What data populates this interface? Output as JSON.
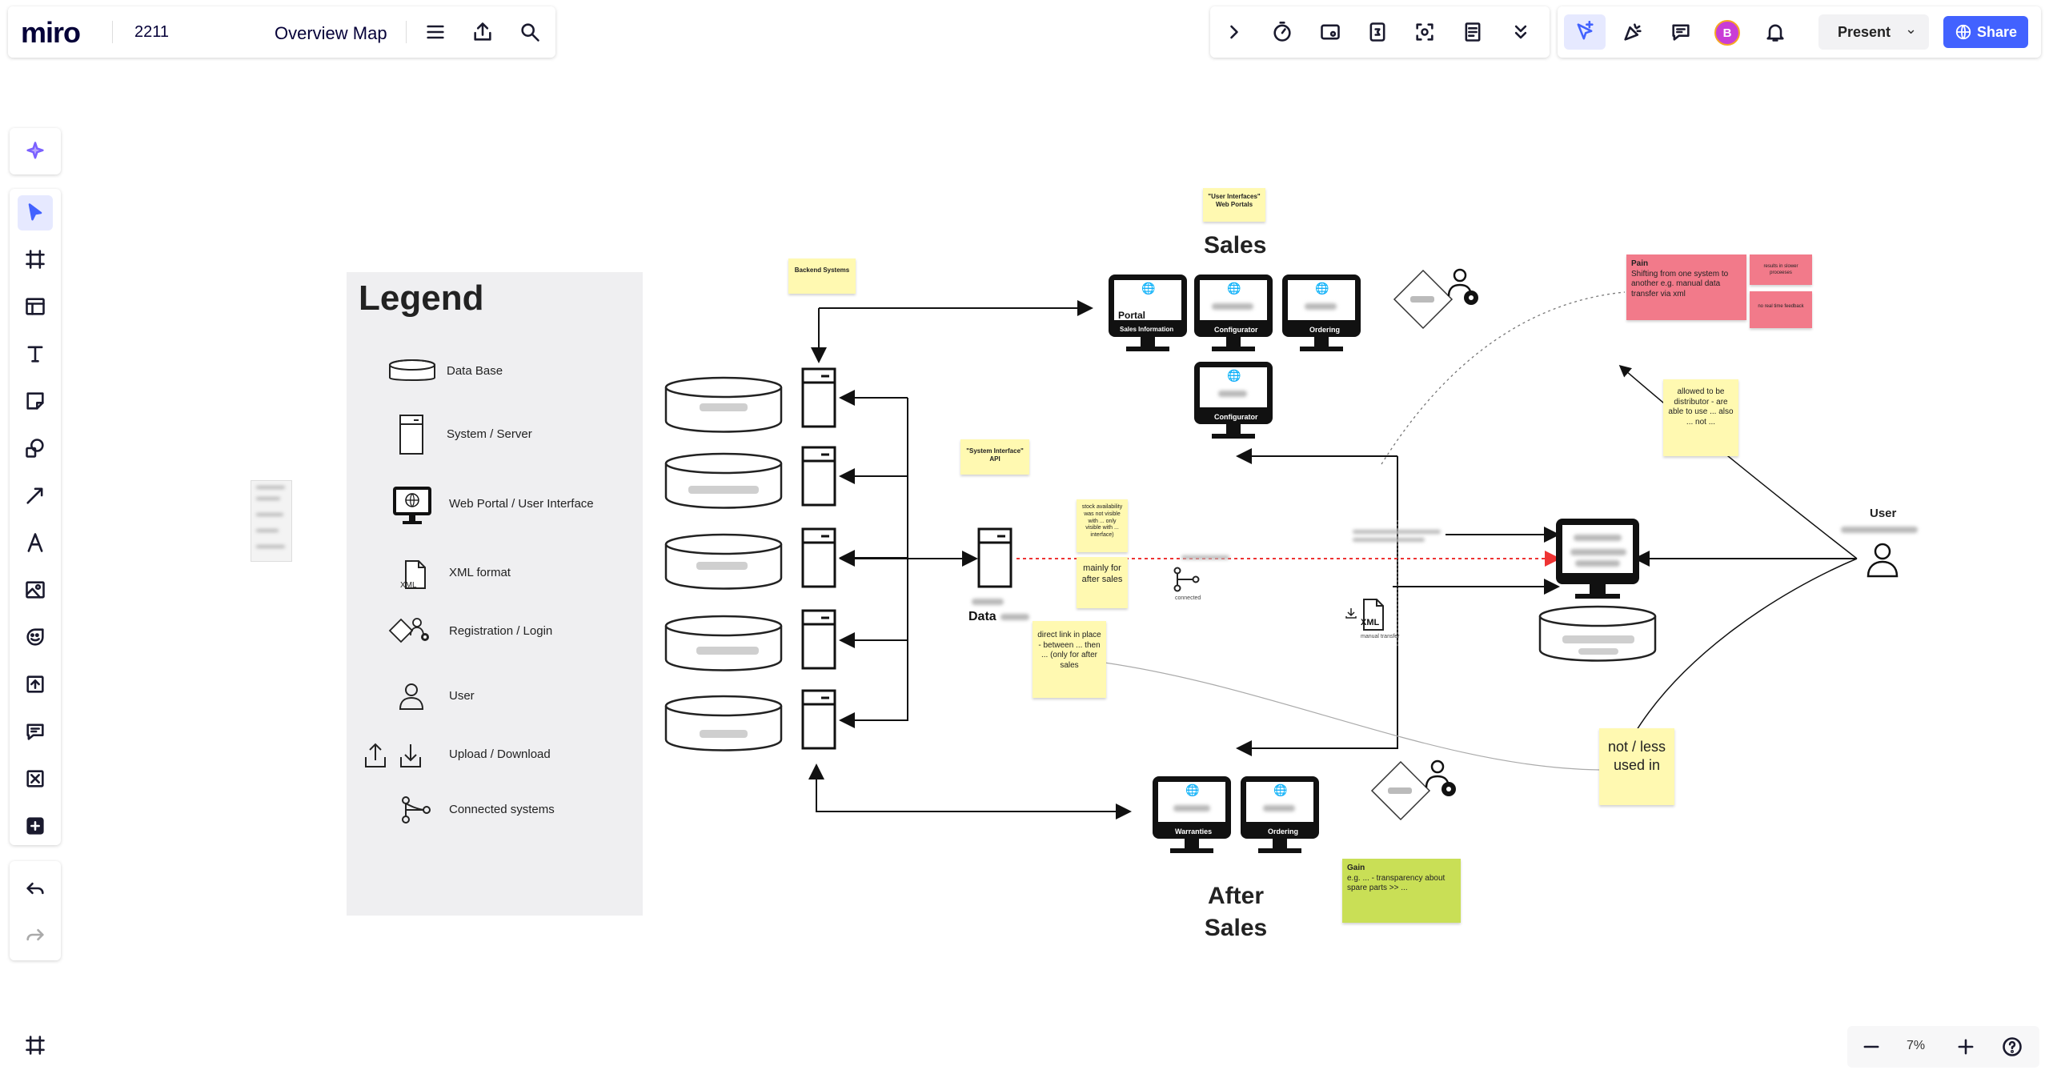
{
  "topbar": {
    "logo": "miro",
    "board_name": "2211",
    "frame_name": "Overview Map"
  },
  "toolbar_right": {
    "present_label": "Present",
    "share_label": "Share",
    "avatar_initial": "B"
  },
  "zoom": {
    "level": "7%"
  },
  "legend": {
    "title": "Legend",
    "items": [
      {
        "label": "Data Base",
        "icon": "database-icon"
      },
      {
        "label": "System / Server",
        "icon": "server-icon"
      },
      {
        "label": "Web Portal / User Interface",
        "icon": "monitor-globe-icon"
      },
      {
        "label": "XML format",
        "icon": "xml-file-icon"
      },
      {
        "label": "Registration / Login",
        "icon": "login-icon"
      },
      {
        "label": "User",
        "icon": "user-icon"
      },
      {
        "label": "Upload / Download",
        "icon": "upload-download-icon"
      },
      {
        "label": "Connected systems",
        "icon": "connected-icon"
      }
    ]
  },
  "board": {
    "sales_title": "Sales",
    "after_sales_title_1": "After",
    "after_sales_title_2": "Sales",
    "sticky_user_interfaces": "\"User Interfaces\" Web Portals",
    "sticky_backend": "Backend Systems",
    "sticky_system_interface": "\"System Interface\" API",
    "sticky_stock": "stock availability was not visible with ... only visible with ... interface)",
    "sticky_mainly": "mainly for after sales",
    "sticky_direct_link": "direct link in place - between ... then ... (only for after sales",
    "sticky_distributor": "allowed to be distributor - are able to use ... also ... not ...",
    "sticky_not_less": "not / less used in",
    "pain_title": "Pain",
    "pain_text": "Shifting from one system to another e.g. manual data transfer via xml",
    "pain_side_1": "results in slower proceeses",
    "pain_side_2": "no real time feedback",
    "gain_title": "Gain",
    "gain_text": "e.g. ... - transparency about spare parts >> ...",
    "data_label": "Data",
    "xml_label": "XML",
    "user_label": "User",
    "portal_label": "Portal",
    "mon_sales_info": "Sales Information",
    "mon_configurator": "Configurator",
    "mon_ordering": "Ordering",
    "mon_configurator_2": "Configurator",
    "mon_warranties": "Warranties",
    "mon_ordering_2": "Ordering",
    "connected_label": "connected",
    "manual_transfer": "manual transfer"
  },
  "colors": {
    "accent_blue": "#4262ff",
    "sticky_yellow": "#fff9b1",
    "sticky_pink": "#f27a8a",
    "sticky_green": "#c9df56",
    "legend_bg": "#efeff1"
  }
}
